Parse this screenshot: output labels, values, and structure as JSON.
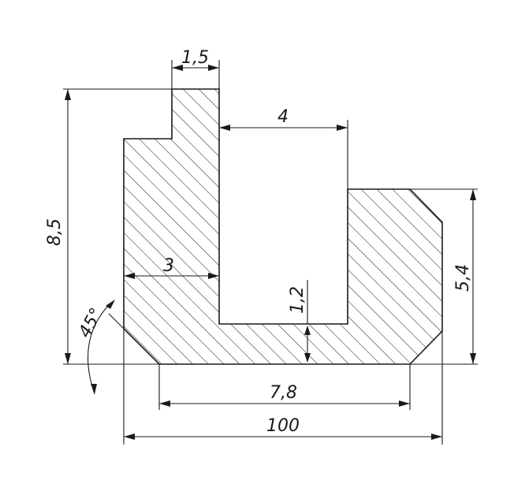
{
  "dimensions": {
    "top_step_width": "1,5",
    "slot_width": "4",
    "overall_height": "8,5",
    "wall_width": "3",
    "right_height": "5,4",
    "bottom_thickness": "1,2",
    "chamfer_angle": "45°",
    "bottom_flat_length": "7,8",
    "overall_length": "100"
  },
  "colors": {
    "line": "#1a1a1a",
    "background": "#ffffff"
  }
}
